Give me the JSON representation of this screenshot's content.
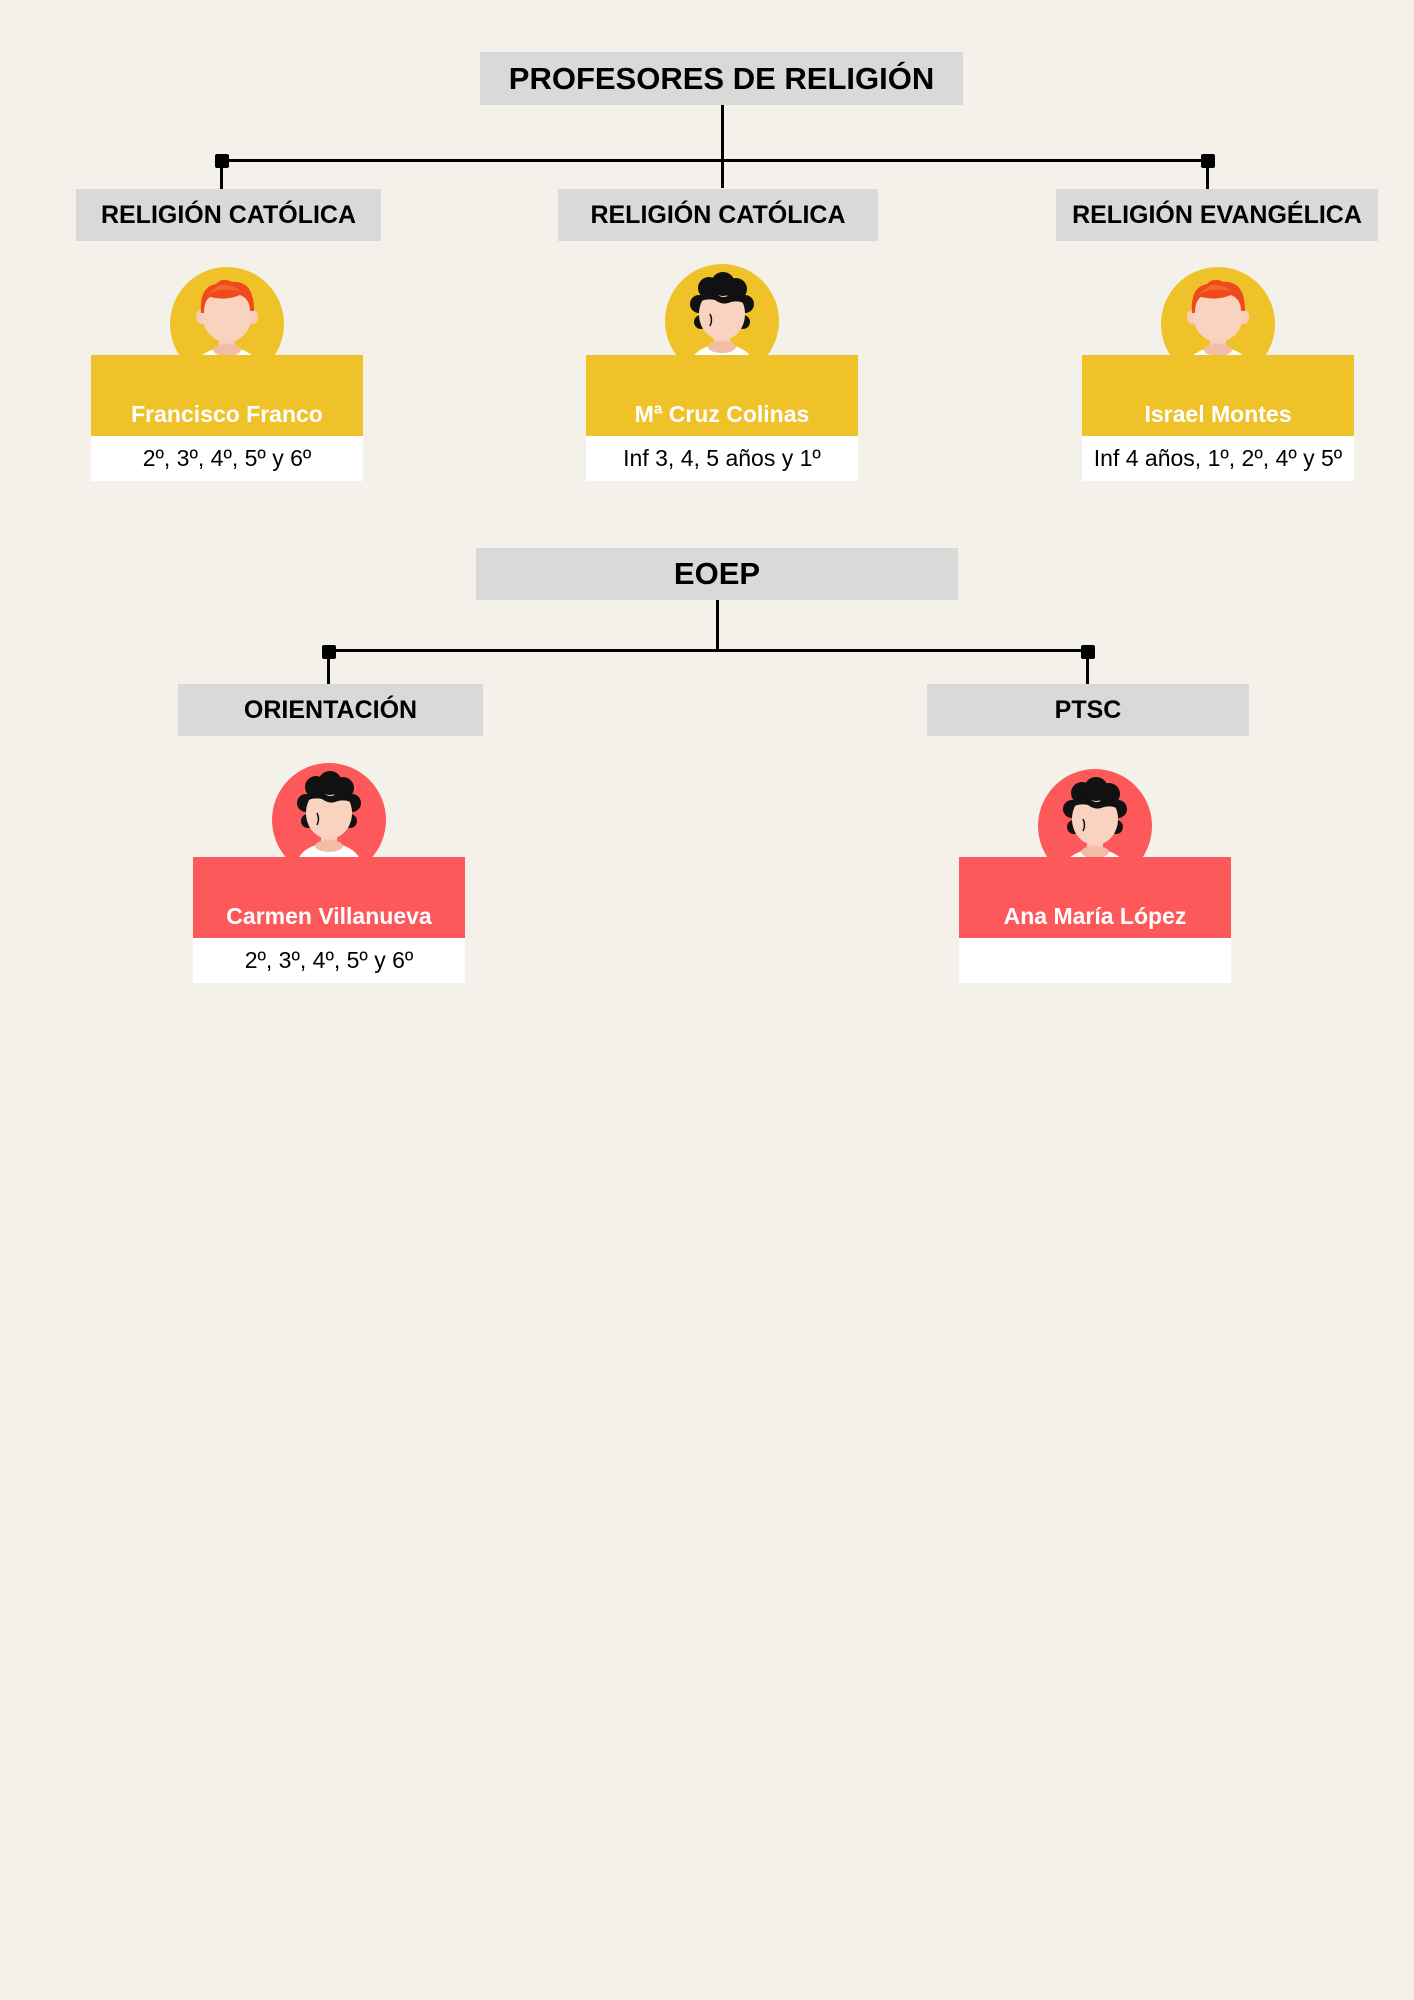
{
  "section1": {
    "title": "PROFESORES DE RELIGIÓN",
    "branches": [
      "RELIGIÓN CATÓLICA",
      "RELIGIÓN CATÓLICA",
      "RELIGIÓN EVANGÉLICA"
    ],
    "teachers": [
      {
        "name": "Francisco Franco",
        "grades": "2º, 3º, 4º, 5º y 6º",
        "avatar_icon": "man-red-hair-icon"
      },
      {
        "name": "Mª Cruz Colinas",
        "grades": "Inf 3, 4, 5 años y 1º",
        "avatar_icon": "woman-dark-hair-icon"
      },
      {
        "name": "Israel Montes",
        "grades": "Inf 4 años, 1º, 2º, 4º y 5º",
        "avatar_icon": "man-red-hair-icon"
      }
    ],
    "color": "#efc22a"
  },
  "section2": {
    "title": "EOEP",
    "branches": [
      "ORIENTACIÓN",
      "PTSC"
    ],
    "members": [
      {
        "name": "Carmen Villanueva",
        "grades": "2º, 3º, 4º, 5º y 6º",
        "avatar_icon": "woman-dark-hair-icon"
      },
      {
        "name": "Ana María López",
        "grades": "",
        "avatar_icon": "woman-dark-hair-icon"
      }
    ],
    "color": "#fd595a"
  }
}
